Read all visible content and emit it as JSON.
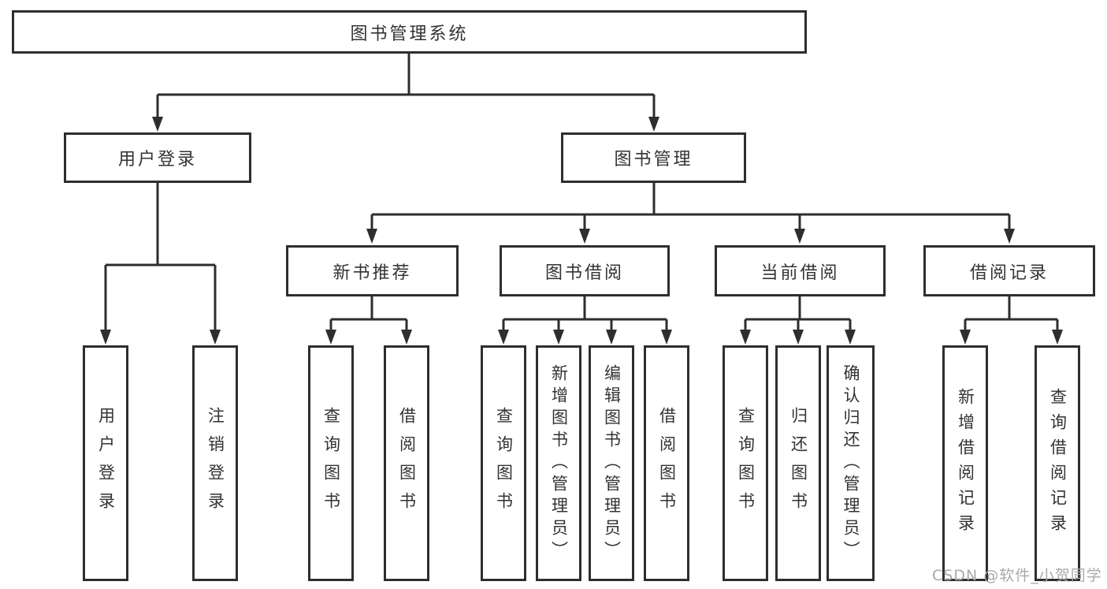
{
  "colors": {
    "line": "#2e2e2e",
    "box_border": "#2e2e2e",
    "box_text": "#333333",
    "watermark": "#a9a9a9",
    "background": "#ffffff"
  },
  "watermark": {
    "text": "CSDN @软件_小贺同学"
  },
  "tree": {
    "root": {
      "label": "图书管理系统",
      "children": [
        {
          "label": "用户登录",
          "children": [
            {
              "label": "用户登录"
            },
            {
              "label": "注销登录"
            }
          ]
        },
        {
          "label": "图书管理",
          "children": [
            {
              "label": "新书推荐",
              "children": [
                {
                  "label": "查询图书"
                },
                {
                  "label": "借阅图书"
                }
              ]
            },
            {
              "label": "图书借阅",
              "children": [
                {
                  "label": "查询图书"
                },
                {
                  "label": "新增图书（管理员）"
                },
                {
                  "label": "编辑图书（管理员）"
                },
                {
                  "label": "借阅图书"
                }
              ]
            },
            {
              "label": "当前借阅",
              "children": [
                {
                  "label": "查询图书"
                },
                {
                  "label": "归还图书"
                },
                {
                  "label": "确认归还（管理员）"
                }
              ]
            },
            {
              "label": "借阅记录",
              "children": [
                {
                  "label": "新增借阅记录"
                },
                {
                  "label": "查询借阅记录"
                }
              ]
            }
          ]
        }
      ]
    }
  }
}
